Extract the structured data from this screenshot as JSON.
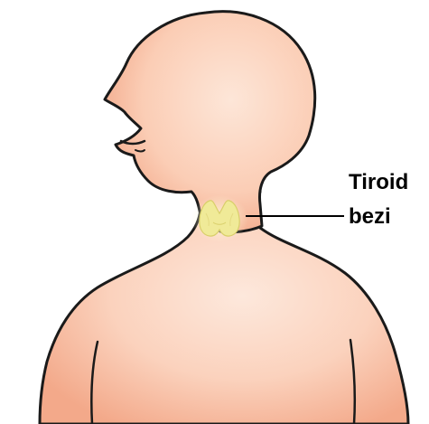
{
  "label": {
    "line1": "Tiroid",
    "line2": "bezi"
  },
  "colors": {
    "skin_light": "#fde3d6",
    "skin_mid": "#f9c4ab",
    "skin_edge": "#f2a88b",
    "outline": "#1a1a1a",
    "thyroid_fill": "#f1ec9c",
    "thyroid_glow": "#fbf7c8",
    "leader_line": "#000000",
    "label_color": "#000000"
  },
  "icons": {
    "figure": "human-head-and-shoulders-illustration",
    "gland": "thyroid-gland-shape"
  }
}
